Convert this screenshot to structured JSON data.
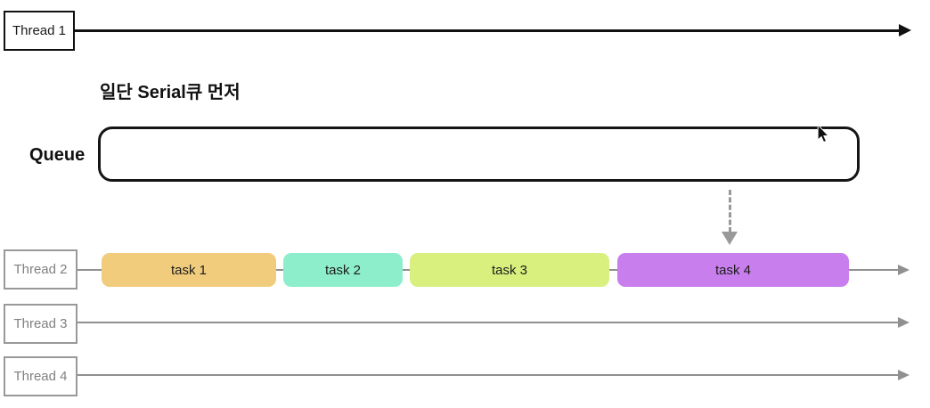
{
  "title": "일단 Serial큐 먼저",
  "queue": {
    "label": "Queue"
  },
  "threads": [
    {
      "label": "Thread 1"
    },
    {
      "label": "Thread 2"
    },
    {
      "label": "Thread 3"
    },
    {
      "label": "Thread 4"
    }
  ],
  "tasks": [
    {
      "label": "task 1",
      "color": "#F2CC7D"
    },
    {
      "label": "task 2",
      "color": "#8CEECB"
    },
    {
      "label": "task 3",
      "color": "#D9F07E"
    },
    {
      "label": "task 4",
      "color": "#C87EEC"
    }
  ],
  "colors": {
    "thread1_line": "#111111",
    "thread_line": "#909090",
    "down_arrow": "#999999",
    "queue_border": "#151515",
    "thread_box_border": "#999999",
    "thread_box_text": "#808080"
  }
}
